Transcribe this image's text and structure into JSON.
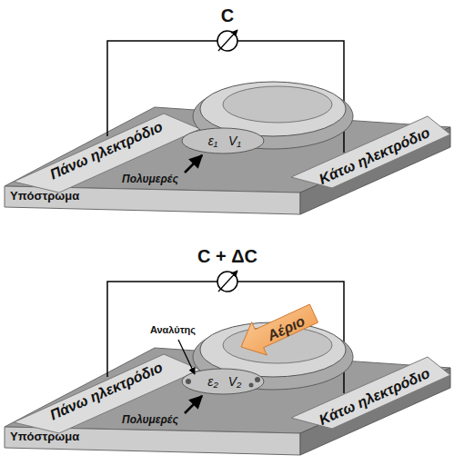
{
  "diagram": {
    "nodes": [
      {
        "text": [
          "Υπόστρωμα"
        ]
      },
      {
        "text": [
          "Υπόστρωμα"
        ]
      }
    ],
    "labels": [
      "C",
      "Πάνω ηλεκτρόδιο",
      "Κάτω ηλεκτρόδιο",
      "ε₁",
      "V₁",
      "Πολυμερές",
      "C + ΔC",
      "Αναλύτης",
      "Αέριο",
      "Πάνω ηλεκτρόδιο",
      "Κάτω ηλεκτρόδιο",
      "ε₂",
      "V₂",
      "Πολυμερές"
    ]
  }
}
